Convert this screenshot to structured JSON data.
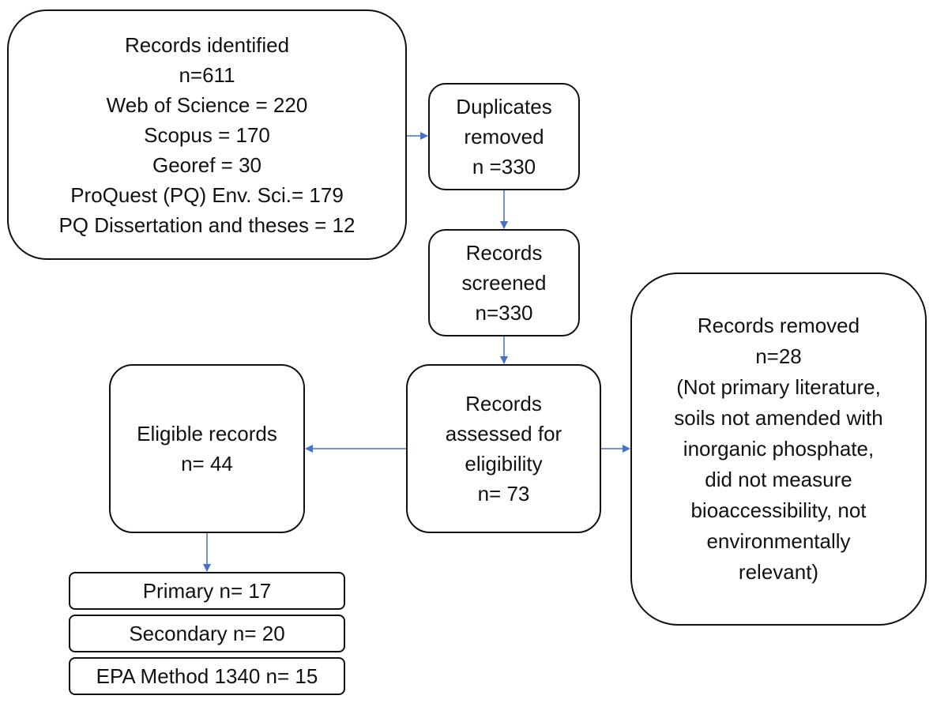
{
  "flowchart": {
    "identified": {
      "lines": [
        "Records identified",
        "n=611",
        "Web of Science = 220",
        "Scopus = 170",
        "Georef = 30",
        "ProQuest (PQ) Env. Sci.= 179",
        "PQ Dissertation and theses = 12"
      ]
    },
    "duplicates": {
      "lines": [
        "Duplicates",
        "removed",
        "n =330"
      ]
    },
    "screened": {
      "lines": [
        "Records",
        "screened",
        "n=330"
      ]
    },
    "assessed": {
      "lines": [
        "Records",
        "assessed for",
        "eligibility",
        "n= 73"
      ]
    },
    "eligible": {
      "lines": [
        "Eligible records",
        "n= 44"
      ]
    },
    "removed": {
      "lines": [
        "Records removed",
        "n=28",
        "(Not primary literature,",
        "soils not amended with",
        "inorganic phosphate,",
        "did not measure",
        "bioaccessibility, not",
        "environmentally",
        "relevant)"
      ]
    },
    "primary": {
      "label": "Primary n= 17"
    },
    "secondary": {
      "label": "Secondary n= 20"
    },
    "epa": {
      "label": "EPA Method 1340 n= 15"
    }
  },
  "colors": {
    "arrow": "#4472c4",
    "border": "#111111"
  }
}
